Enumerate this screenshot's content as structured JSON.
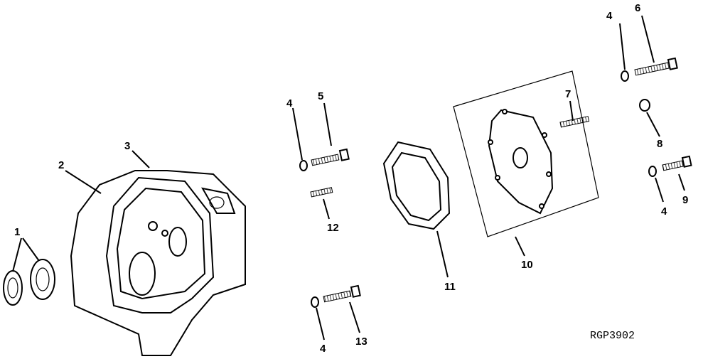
{
  "diagram": {
    "type": "exploded parts view",
    "callouts": [
      "1",
      "2",
      "3",
      "4",
      "5",
      "6",
      "7",
      "8",
      "9",
      "10",
      "11",
      "12",
      "13"
    ],
    "labels": {
      "l1": "1",
      "l2": "2",
      "l3": "3",
      "l4a": "4",
      "l5": "5",
      "l12": "12",
      "l4b": "4",
      "l13": "13",
      "l11": "11",
      "l10": "10",
      "l7": "7",
      "l4c": "4",
      "l6": "6",
      "l8": "8",
      "l9": "9",
      "l4d": "4"
    },
    "reference": "RGP3902"
  }
}
